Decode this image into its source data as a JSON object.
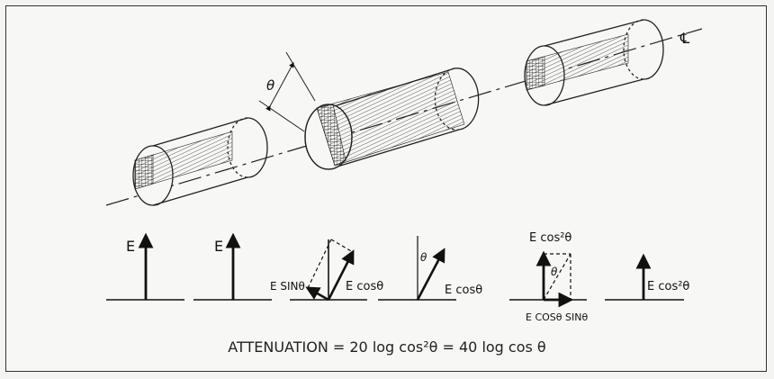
{
  "labels": {
    "theta_top": "θ",
    "center_line": "℄",
    "v1": "E",
    "v2": "E",
    "v3_left": "E SINθ",
    "v3_right": "E cosθ",
    "v4_theta": "θ",
    "v4_label": "E cosθ",
    "v5_top": "E cos²θ",
    "v5_theta": "θ",
    "v5_bottom": "E COSθ SINθ",
    "v6": "E cos²θ"
  },
  "formula": "ATTENUATION = 20 log cos²θ = 40 log cos θ"
}
